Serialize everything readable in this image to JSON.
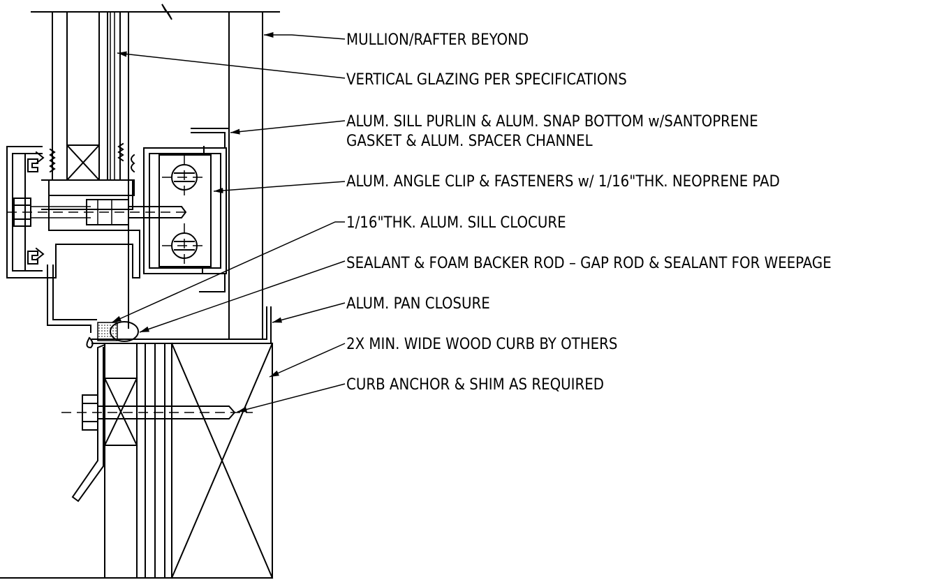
{
  "callouts": [
    {
      "id": "mullion",
      "text": "MULLION/RAFTER BEYOND"
    },
    {
      "id": "glazing",
      "text": "VERTICAL GLAZING PER SPECIFICATIONS"
    },
    {
      "id": "sill-purlin",
      "text": "ALUM. SILL PURLIN & ALUM. SNAP BOTTOM w/SANTOPRENE"
    },
    {
      "id": "sill-purlin-2",
      "text": "GASKET & ALUM. SPACER CHANNEL"
    },
    {
      "id": "angle-clip",
      "text": "ALUM. ANGLE CLIP & FASTENERS w/ 1/16\"THK. NEOPRENE PAD"
    },
    {
      "id": "sill-closure",
      "text": "1/16\"THK. ALUM. SILL CLOCURE"
    },
    {
      "id": "sealant",
      "text": "SEALANT & FOAM BACKER ROD – GAP ROD & SEALANT FOR WEEPAGE"
    },
    {
      "id": "pan-closure",
      "text": "ALUM. PAN CLOSURE"
    },
    {
      "id": "wood-curb",
      "text": "2X MIN. WIDE WOOD CURB BY OTHERS"
    },
    {
      "id": "curb-anchor",
      "text": "CURB ANCHOR & SHIM AS REQUIRED"
    }
  ]
}
